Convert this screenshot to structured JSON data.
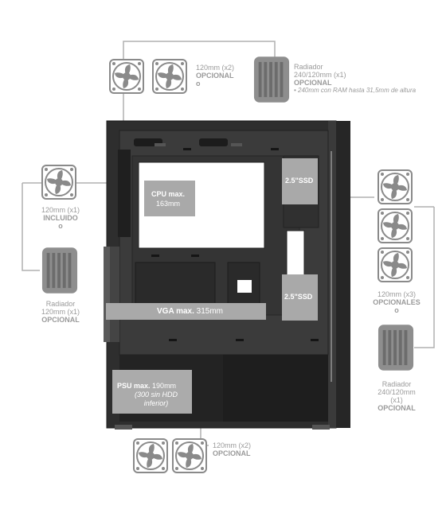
{
  "colors": {
    "gray_label": "#9a9a9a",
    "overlay": "#a9a9a9",
    "case_dark": "#2b2b2b",
    "case_panel": "#3a3a3a"
  },
  "icons": {
    "fan": "fan-icon",
    "radiator": "radiator-icon"
  },
  "top": {
    "fans_size": "120mm (x2)",
    "fans_opt": "OPCIONAL",
    "fans_o": "o",
    "rad_title": "Radiador",
    "rad_size": "240/120mm (x1)",
    "rad_opt": "OPCIONAL",
    "rad_note": "• 240mm con RAM hasta 31,5mm de altura"
  },
  "left": {
    "fan_size": "120mm (x1)",
    "fan_incl": "INCLUIDO",
    "fan_o": "o",
    "rad_title": "Radiador",
    "rad_size": "120mm (x1)",
    "rad_opt": "OPCIONAL"
  },
  "right": {
    "fans_size": "120mm (x3)",
    "fans_opt": "OPCIONALES",
    "fans_o": "o",
    "rad_title": "Radiador",
    "rad_size": "240/120mm",
    "rad_count": "(x1)",
    "rad_opt": "OPCIONAL"
  },
  "bottom": {
    "fans_size": "120mm (x2)",
    "fans_opt": "OPCIONAL"
  },
  "overlays": {
    "cpu_title": "CPU max.",
    "cpu_value": "163mm",
    "ssd1": "2.5\"SSD",
    "ssd2": "2.5\"SSD",
    "vga_title": "VGA max.",
    "vga_value": "315mm",
    "psu_title": "PSU max.",
    "psu_value": "190mm",
    "psu_note": "(300 sin HDD inferior)"
  }
}
